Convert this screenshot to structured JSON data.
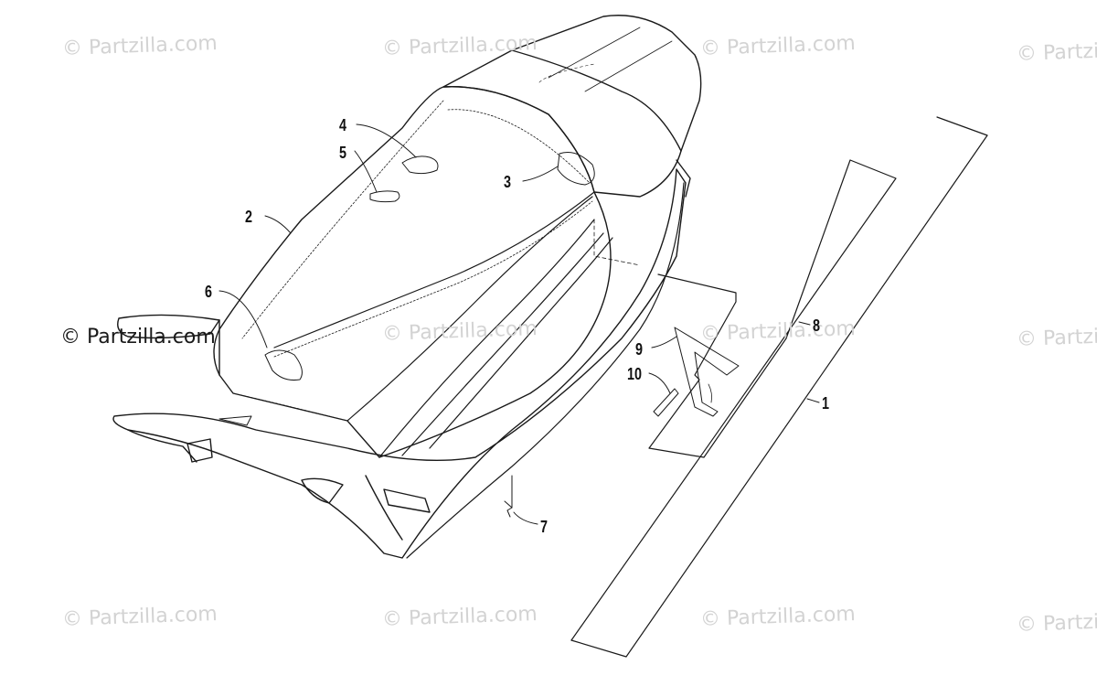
{
  "watermark": {
    "text": "© Partzilla.com",
    "faint_positions": "grid"
  },
  "callouts": {
    "c1": "1",
    "c2": "2",
    "c3": "3",
    "c4": "4",
    "c5": "5",
    "c6": "6",
    "c7": "7",
    "c8": "8",
    "c9": "9",
    "c10": "10"
  },
  "colors": {
    "line": "#1a1a1a",
    "watermark": "#d3d3d3"
  }
}
